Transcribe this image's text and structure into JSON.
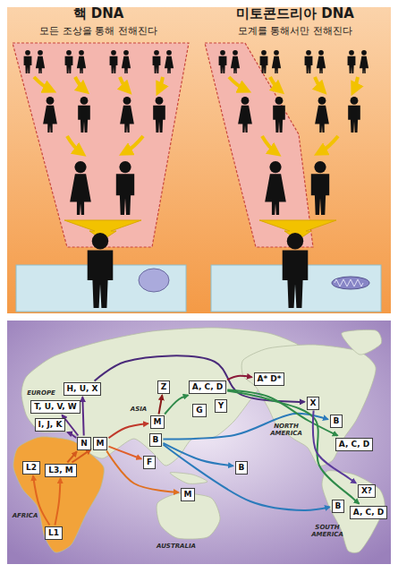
{
  "diagram": {
    "nodes": [
      {
        "text": [
          "H, U, X"
        ]
      },
      {
        "text": [
          "T, U, V, W"
        ]
      },
      {
        "text": [
          "I, J, K"
        ]
      },
      {
        "text": [
          "N"
        ]
      },
      {
        "text": [
          "M"
        ]
      },
      {
        "text": [
          "L2"
        ]
      },
      {
        "text": [
          "L3, M"
        ]
      },
      {
        "text": [
          "L1"
        ]
      },
      {
        "text": [
          "Z"
        ]
      },
      {
        "text": [
          "A, C, D"
        ]
      },
      {
        "text": [
          "G"
        ]
      },
      {
        "text": [
          "Y"
        ]
      },
      {
        "text": [
          "M"
        ]
      },
      {
        "text": [
          "B"
        ]
      },
      {
        "text": [
          "F"
        ]
      },
      {
        "text": [
          "M"
        ]
      },
      {
        "text": [
          "B"
        ]
      },
      {
        "text": [
          "A* D*"
        ]
      },
      {
        "text": [
          "X"
        ]
      },
      {
        "text": [
          "B"
        ]
      },
      {
        "text": [
          "A, C, D"
        ]
      },
      {
        "text": [
          "X?"
        ]
      },
      {
        "text": [
          "B"
        ]
      },
      {
        "text": [
          "A, C, D"
        ]
      }
    ],
    "edges": [
      {
        "from": 7,
        "to": 5,
        "arrow": "to"
      },
      {
        "from": 7,
        "to": 6,
        "arrow": "to"
      },
      {
        "from": 6,
        "to": 3,
        "arrow": "to"
      },
      {
        "from": 6,
        "to": 4,
        "arrow": "to"
      },
      {
        "from": 3,
        "to": 0,
        "arrow": "to"
      },
      {
        "from": 3,
        "to": 1,
        "arrow": "to"
      },
      {
        "from": 3,
        "to": 2,
        "arrow": "to"
      },
      {
        "from": 4,
        "to": 12,
        "arrow": "to"
      },
      {
        "from": 4,
        "to": 14,
        "arrow": "to"
      },
      {
        "from": 4,
        "to": 15,
        "arrow": "to"
      },
      {
        "from": 12,
        "to": 8,
        "arrow": "to"
      },
      {
        "from": 12,
        "to": 9,
        "arrow": "to"
      },
      {
        "from": 0,
        "to": 18,
        "arrow": "to"
      },
      {
        "from": 13,
        "to": 16,
        "arrow": "to"
      },
      {
        "from": 13,
        "to": 19,
        "arrow": "to"
      },
      {
        "from": 13,
        "to": 22,
        "arrow": "to"
      },
      {
        "from": 9,
        "to": 17,
        "arrow": "to"
      },
      {
        "from": 9,
        "to": 20,
        "arrow": "to"
      },
      {
        "from": 9,
        "to": 23,
        "arrow": "to"
      },
      {
        "from": 18,
        "to": 21,
        "arrow": "to"
      }
    ],
    "labels": [
      "핵 DNA",
      "모든 조상을 통해 전해진다",
      "미토콘드리아 DNA",
      "모계를 통해서만 전해진다",
      "EUROPE",
      "ASIA",
      "AFRICA",
      "AUSTRALIA",
      "NORTH AMERICA",
      "SOUTH AMERICA"
    ]
  }
}
